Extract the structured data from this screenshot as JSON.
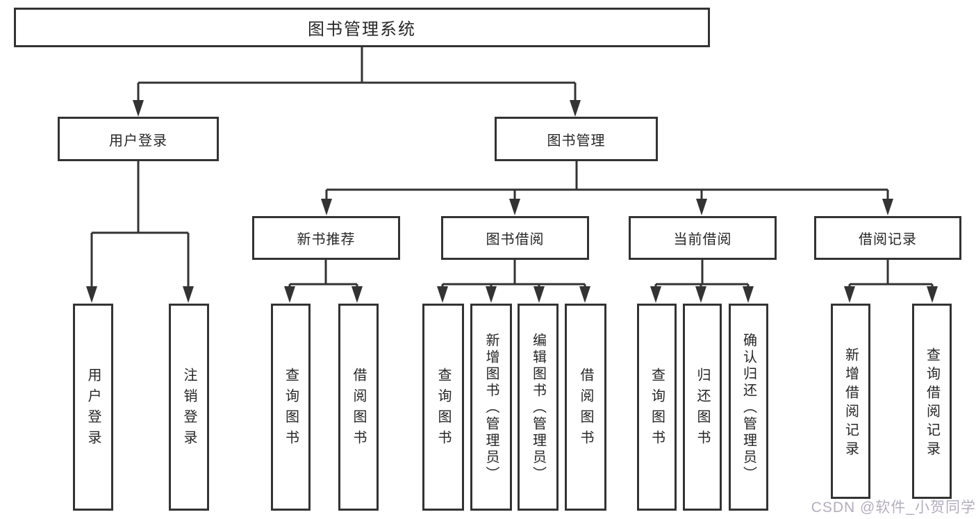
{
  "diagram": {
    "type": "hierarchy-tree",
    "tree": {
      "root": {
        "label": "图书管理系统",
        "children": [
          {
            "label": "用户登录",
            "children": [
              {
                "label": "用户登录"
              },
              {
                "label": "注销登录"
              }
            ]
          },
          {
            "label": "图书管理",
            "children": [
              {
                "label": "新书推荐",
                "children": [
                  {
                    "label": "查询图书"
                  },
                  {
                    "label": "借阅图书"
                  }
                ]
              },
              {
                "label": "图书借阅",
                "children": [
                  {
                    "label": "查询图书"
                  },
                  {
                    "label": "新增图书（管理员）"
                  },
                  {
                    "label": "编辑图书（管理员）"
                  },
                  {
                    "label": "借阅图书"
                  }
                ]
              },
              {
                "label": "当前借阅",
                "children": [
                  {
                    "label": "查询图书"
                  },
                  {
                    "label": "归还图书"
                  },
                  {
                    "label": "确认归还（管理员）"
                  }
                ]
              },
              {
                "label": "借阅记录",
                "children": [
                  {
                    "label": "新增借阅记录"
                  },
                  {
                    "label": "查询借阅记录"
                  }
                ]
              }
            ]
          }
        ]
      }
    },
    "colors": {
      "line": "#333333",
      "box_border": "#333333",
      "text": "#262626",
      "background": "#ffffff",
      "watermark": "#b3adbd"
    }
  },
  "watermark": {
    "text": "CSDN @软件_小贺同学"
  }
}
